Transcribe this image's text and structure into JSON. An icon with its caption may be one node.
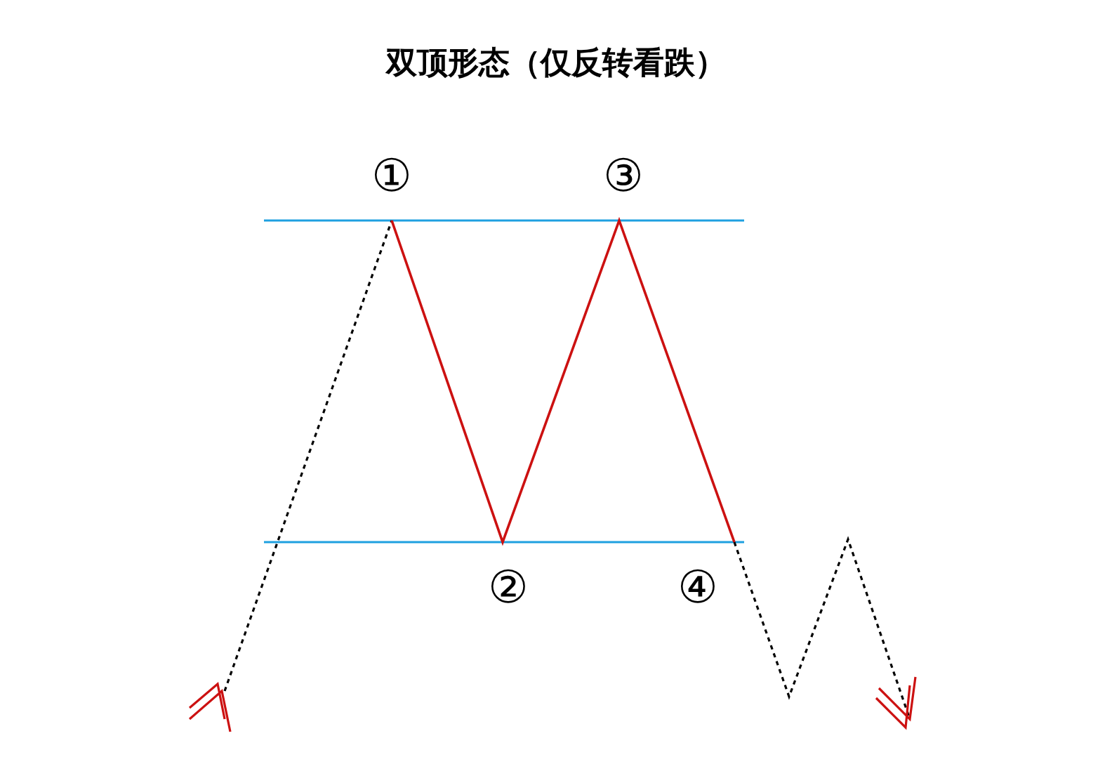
{
  "diagram": {
    "title": "双顶形态（仅反转看跌）",
    "labels": [
      "①",
      "③",
      "②",
      "④"
    ]
  }
}
